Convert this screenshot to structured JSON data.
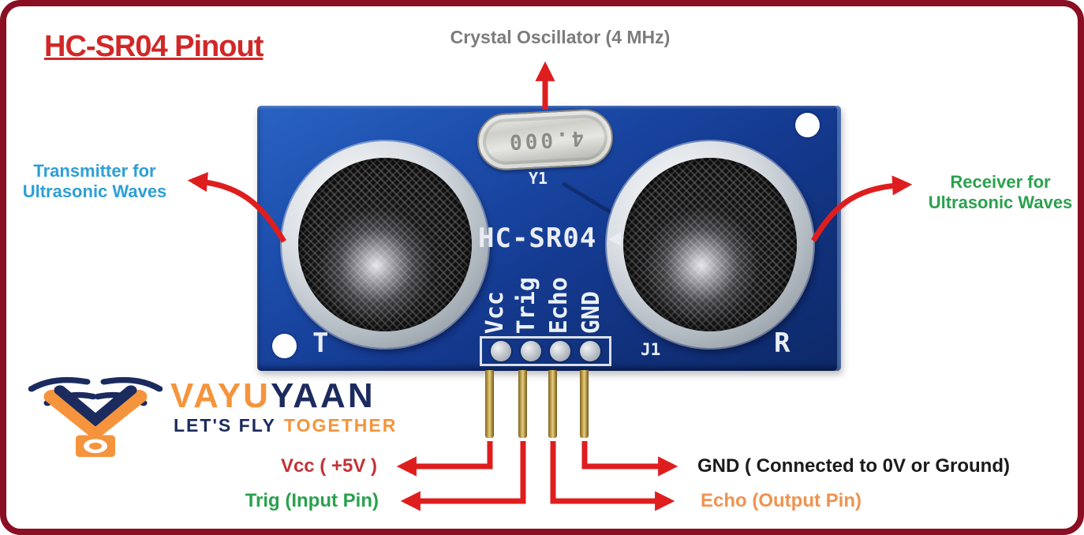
{
  "title": "HC-SR04 Pinout",
  "annotations": {
    "crystal_label": "Crystal Oscillator (4 MHz)",
    "transmitter_line1": "Transmitter for",
    "transmitter_line2": "Ultrasonic Waves",
    "receiver_line1": "Receiver for",
    "receiver_line2": "Ultrasonic Waves",
    "vcc_label": "Vcc ( +5V )",
    "trig_label": "Trig (Input Pin)",
    "gnd_label": "GND ( Connected to 0V or Ground)",
    "echo_label": "Echo (Output Pin)"
  },
  "board": {
    "model": "HC-SR04",
    "crystal_marking": "4.000",
    "crystal_ref": "Y1",
    "transmitter_mark": "T",
    "receiver_mark": "R",
    "connector_ref": "J1",
    "pins": [
      "Vcc",
      "Trig",
      "Echo",
      "GND"
    ]
  },
  "logo": {
    "brand_orange": "VAYU",
    "brand_navy": "YAAN",
    "tagline_navy": "LET'S FLY",
    "tagline_orange": "TOGETHER"
  },
  "colors": {
    "frame_border": "#8A0E24",
    "title_red": "#D22727",
    "crystal_gray": "#7C7C7C",
    "transmitter_cyan": "#2D9FD6",
    "receiver_green": "#2AA14E",
    "vcc_red": "#C23337",
    "trig_green": "#2AA14E",
    "gnd_black": "#1B1B1B",
    "echo_orange": "#EF9350",
    "arrow_red": "#DE1E1E",
    "pcb_blue": "#17418F",
    "logo_navy": "#1C2B5E",
    "logo_orange": "#F5943C"
  }
}
